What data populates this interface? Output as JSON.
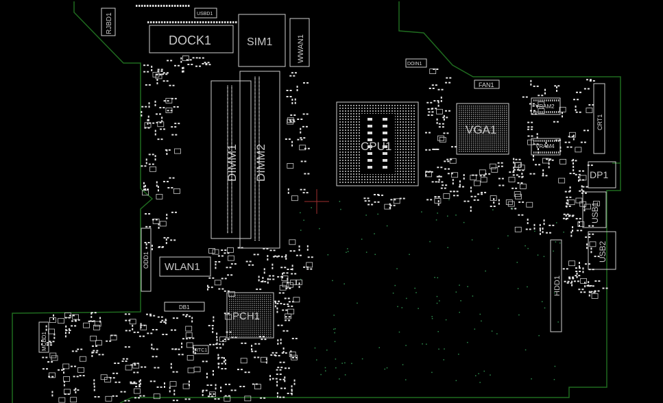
{
  "components": {
    "rjbd1": "RJBD1",
    "usbd1": "USBD1",
    "dock1": "DOCK1",
    "sim1": "SIM1",
    "wwan1": "WWAN1",
    "doin1": "DOIN1",
    "fan1": "FAN1",
    "vram2": "VRAM2",
    "vram4": "VRAM4",
    "crt1": "CRT1",
    "dimm1": "DIMM1",
    "dimm2": "DIMM2",
    "cpu1": "CPU1",
    "vga1": "VGA1",
    "dp1": "DP1",
    "usb1": "USB1",
    "usb2": "USB2",
    "odd1": "ODD1",
    "wlan1": "WLAN1",
    "db1": "DB1",
    "pch1": "PCH1",
    "hdd1": "HDD1",
    "mcbd1": "MCBD1",
    "rtc1": "RTC1"
  },
  "colors": {
    "background": "#000000",
    "board_outline": "#1f6b1f",
    "silkscreen": "#cfcfcf",
    "label": "#c8c8c8"
  }
}
